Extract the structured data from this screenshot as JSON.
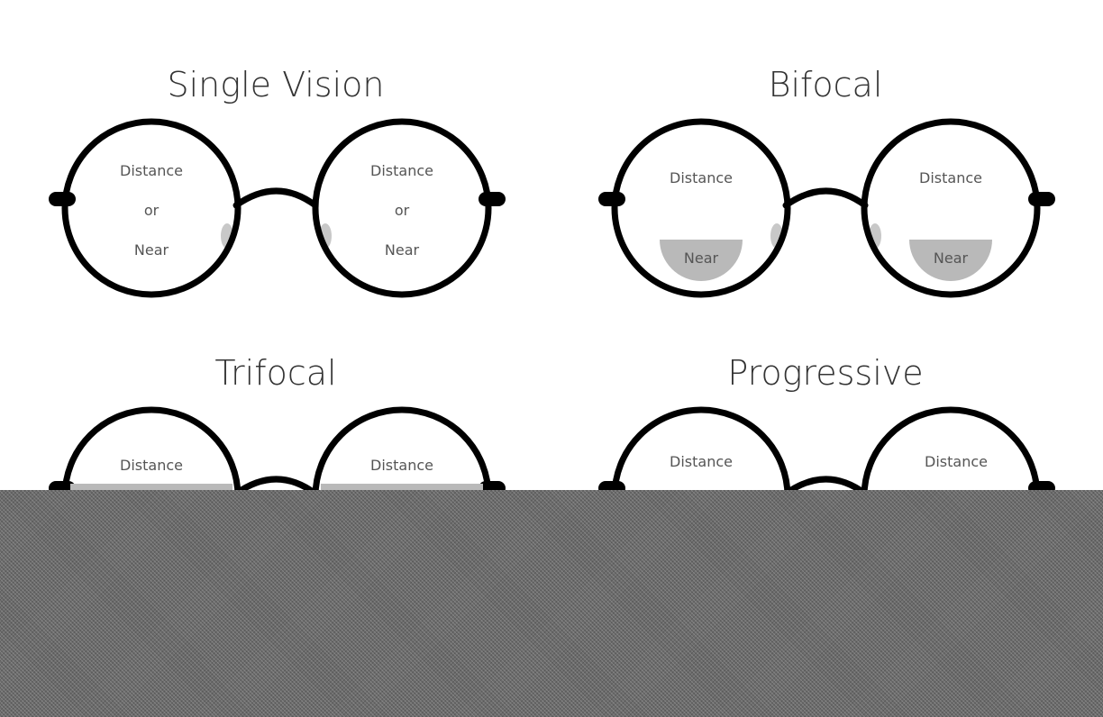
{
  "panels": [
    {
      "title": "Single Vision",
      "left_labels": [
        "Distance",
        "or",
        "Near"
      ],
      "right_labels": [
        "Distance",
        "or",
        "Near"
      ]
    },
    {
      "title": "Bifocal",
      "left_labels": [
        "Distance",
        "Near"
      ],
      "right_labels": [
        "Distance",
        "Near"
      ]
    },
    {
      "title": "Trifocal",
      "left_labels": [
        "Distance"
      ],
      "right_labels": [
        "Distance"
      ]
    },
    {
      "title": "Progressive",
      "left_labels": [
        "Distance"
      ],
      "right_labels": [
        "Distance"
      ]
    }
  ],
  "colors": {
    "frame": "#000000",
    "segment": "#b9b9b9",
    "title": "#333333",
    "occluder": "#6b6b6b"
  }
}
